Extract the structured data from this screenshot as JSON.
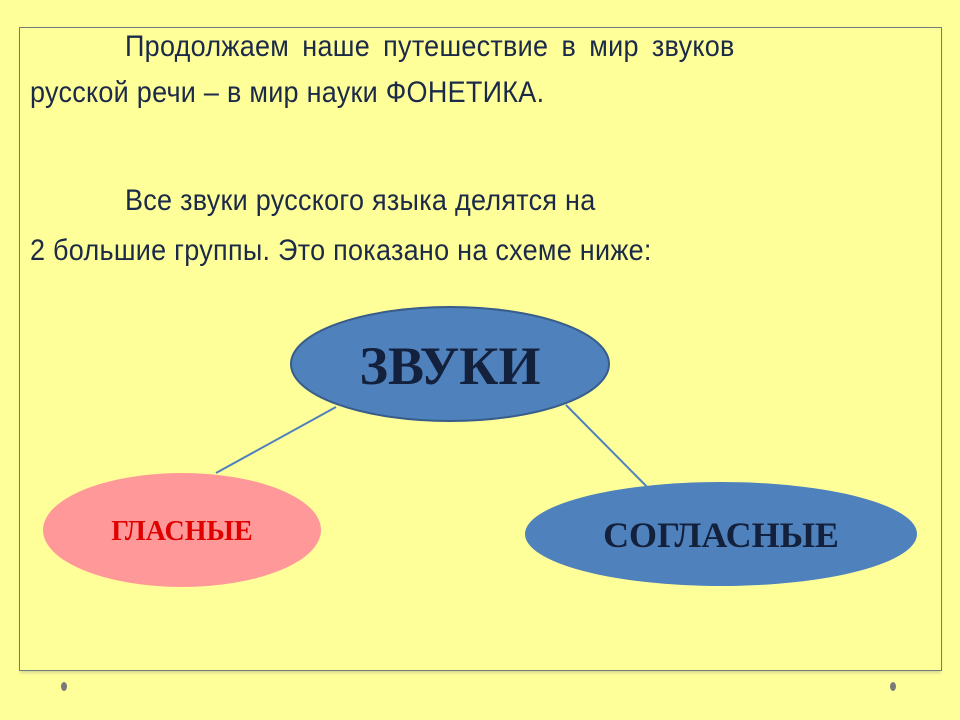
{
  "paragraph1": {
    "line1": "Продолжаем наше путешествие в мир звуков",
    "line2": "русской речи – в мир науки ФОНЕТИКА."
  },
  "paragraph2": {
    "line1": "Все звуки русского языка делятся на",
    "line2": "2 большие группы. Это показано на схеме ниже:"
  },
  "diagram": {
    "root": "ЗВУКИ",
    "left": "ГЛАСНЫЕ",
    "right": "СОГЛАСНЫЕ",
    "colors": {
      "blue": "#4f81bd",
      "pink": "#ff9999",
      "red_text": "#e00000",
      "dark_text": "#14213d"
    }
  }
}
